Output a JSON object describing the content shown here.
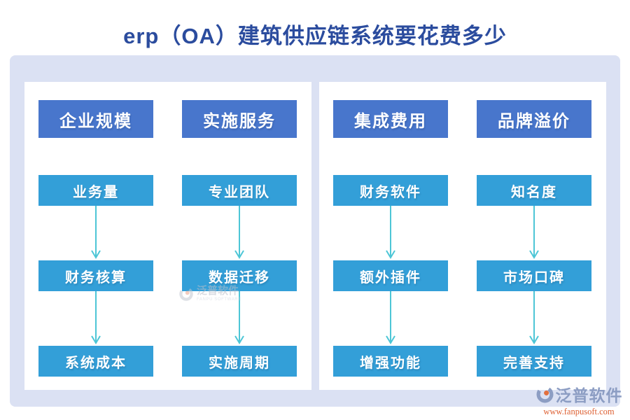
{
  "title": "erp（OA）建筑供应链系统要花费多少",
  "diagram": {
    "columns": [
      {
        "header": "企业规模",
        "items": [
          "业务量",
          "财务核算",
          "系统成本"
        ]
      },
      {
        "header": "实施服务",
        "items": [
          "专业团队",
          "数据迁移",
          "实施周期"
        ]
      },
      {
        "header": "集成费用",
        "items": [
          "财务软件",
          "额外插件",
          "增强功能"
        ]
      },
      {
        "header": "品牌溢价",
        "items": [
          "知名度",
          "市场口碑",
          "完善支持"
        ]
      }
    ]
  },
  "watermark": {
    "name": "泛普软件",
    "subtext": "FANPU SOFTWARE"
  },
  "footer_logo": {
    "name": "泛普软件",
    "url": "www.fanpusoft.com"
  },
  "colors": {
    "title": "#2B4C9E",
    "header_box": "#4876CC",
    "item_box": "#339FD8",
    "arrow": "#4DC6D6",
    "board_background": "#DBE1F3",
    "panel_background": "#FFFFFF",
    "logo_text": "#8C9DC3",
    "logo_url": "#DD5F31"
  }
}
